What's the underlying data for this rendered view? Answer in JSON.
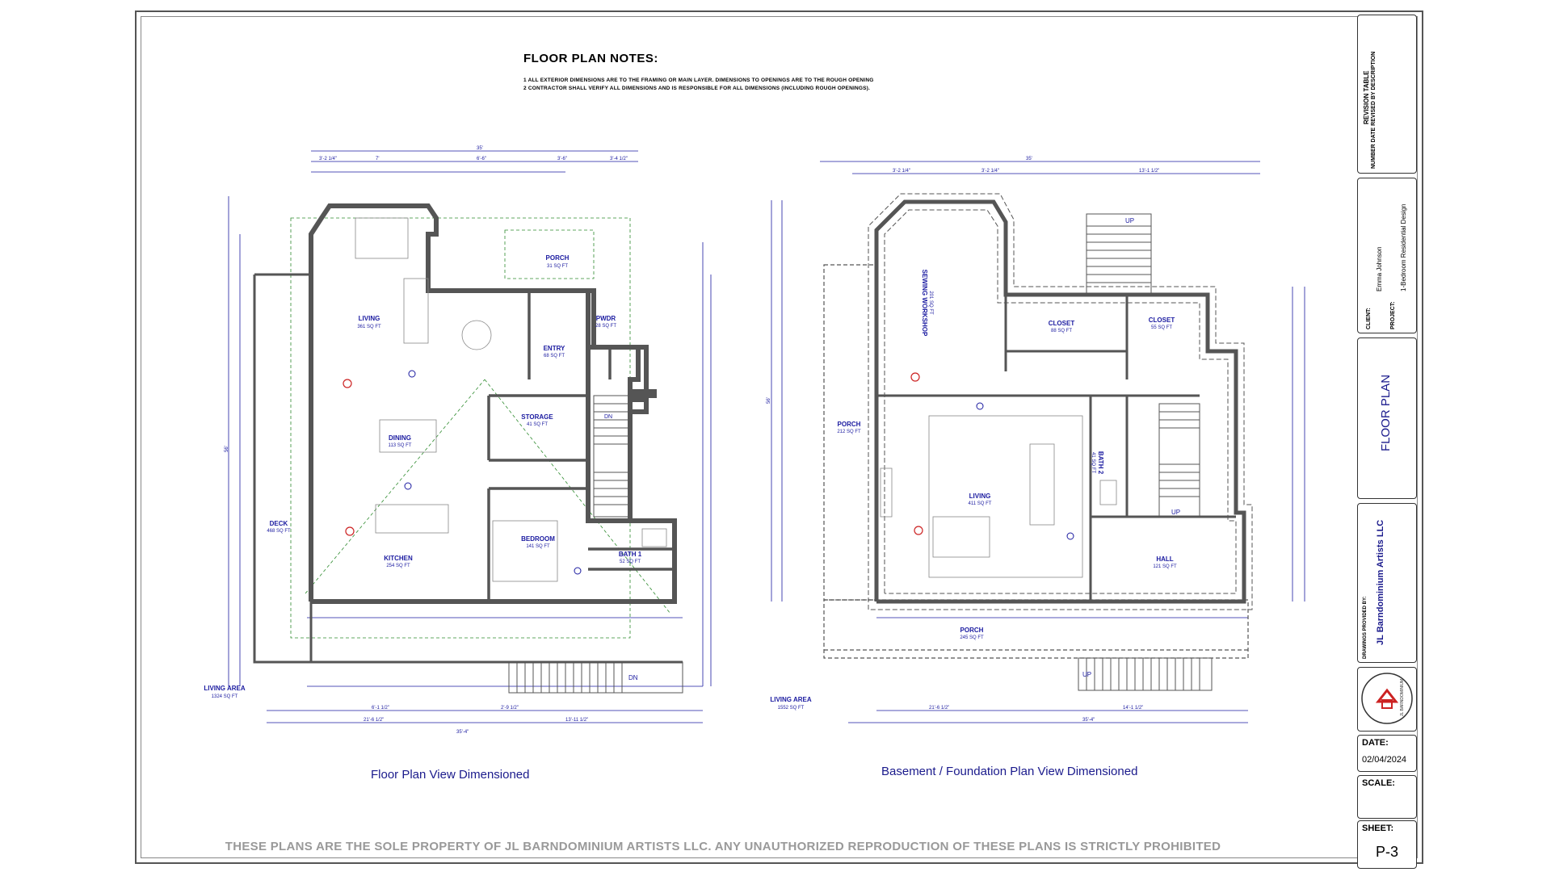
{
  "notes": {
    "title": "FLOOR PLAN NOTES:",
    "lines": [
      "1 ALL EXTERIOR DIMENSIONS ARE TO THE FRAMING OR MAIN LAYER.  DIMENSIONS TO OPENINGS ARE TO THE ROUGH OPENING",
      "2 CONTRACTOR SHALL VERIFY ALL DIMENSIONS AND IS RESPONSIBLE FOR ALL DIMENSIONS (INCLUDING ROUGH OPENINGS)."
    ]
  },
  "floor_plan": {
    "caption": "Floor Plan View Dimensioned",
    "overall_width": "35'",
    "overall_height": "56'",
    "living_area_label": "LIVING AREA",
    "living_area_value": "1324 SQ FT",
    "rooms": [
      {
        "name": "LIVING",
        "area": "361 SQ FT"
      },
      {
        "name": "PORCH",
        "area": "31 SQ FT"
      },
      {
        "name": "PWDR",
        "area": "28 SQ FT"
      },
      {
        "name": "ENTRY",
        "area": "68 SQ FT"
      },
      {
        "name": "STORAGE",
        "area": "41 SQ FT"
      },
      {
        "name": "DINING",
        "area": "113 SQ FT"
      },
      {
        "name": "DECK",
        "area": "468 SQ FT"
      },
      {
        "name": "BEDROOM",
        "area": "141 SQ FT"
      },
      {
        "name": "KITCHEN",
        "area": "254 SQ FT"
      },
      {
        "name": "BATH 1",
        "area": "52 SQ FT"
      }
    ],
    "stair_label": "DN",
    "deck_stair_label": "DN"
  },
  "basement_plan": {
    "caption": "Basement / Foundation Plan View Dimensioned",
    "overall_width": "35'",
    "overall_height": "56'",
    "living_area_label": "LIVING AREA",
    "living_area_value": "1552 SQ FT",
    "rooms": [
      {
        "name": "SEWING WORKSHOP",
        "area": "201 SQ FT"
      },
      {
        "name": "CLOSET",
        "area": "88 SQ FT"
      },
      {
        "name": "CLOSET",
        "area": "55 SQ FT"
      },
      {
        "name": "PORCH",
        "area": "212 SQ FT"
      },
      {
        "name": "LIVING",
        "area": "411 SQ FT"
      },
      {
        "name": "BATH 2",
        "area": "41 SQ FT"
      },
      {
        "name": "HALL",
        "area": "121 SQ FT"
      },
      {
        "name": "PORCH",
        "area": "245 SQ FT"
      }
    ],
    "stair_up_top": "UP",
    "stair_up_inner": "UP",
    "stair_up_porch": "UP"
  },
  "title_block": {
    "revision_table": "REVISION TABLE",
    "revision_headers": "NUMBER  DATE  REVISED BY  DESCRIPTION",
    "client_label": "CLIENT:",
    "client_value": "Emma Johnson",
    "project_label": "PROJECT:",
    "project_value": "1-Bedroom Residential Design",
    "sheet_title": "FLOOR PLAN",
    "drawings_label": "DRAWINGS PROVIDED BY:",
    "company": "JL Barndominium Artists LLC",
    "logo_text": "JL BARNDOMINIUM",
    "date_label": "DATE:",
    "date_value": "02/04/2024",
    "scale_label": "SCALE:",
    "scale_value": "",
    "sheet_label": "SHEET:",
    "sheet_value": "P-3"
  },
  "footer": "THESE PLANS ARE THE SOLE PROPERTY OF JL BARNDOMINIUM ARTISTS LLC. ANY UNAUTHORIZED REPRODUCTION OF THESE PLANS IS STRICTLY PROHIBITED",
  "colors": {
    "dimension": "#1a1aa0",
    "wall": "#555555",
    "guide": "#2e8b2e",
    "tag": "#cc2222"
  }
}
